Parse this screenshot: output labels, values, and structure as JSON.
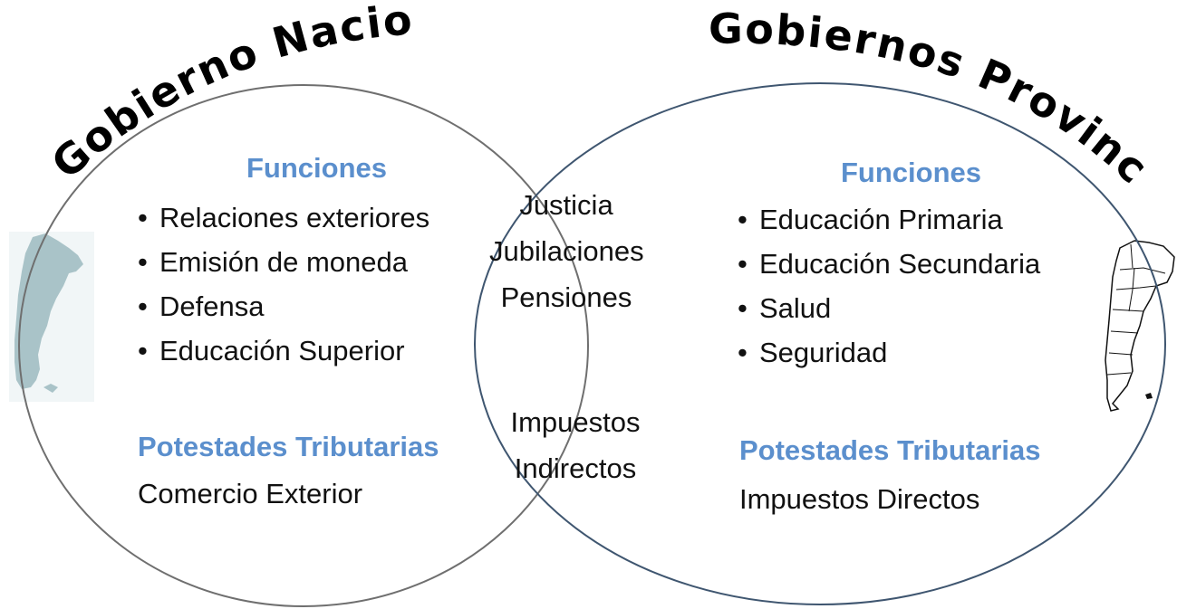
{
  "diagram": {
    "left": {
      "title": "Gobierno Nacional",
      "functions_heading": "Funciones",
      "functions": [
        "Relaciones exteriores",
        "Emisión de moneda",
        "Defensa",
        "Educación Superior"
      ],
      "tax_heading": "Potestades Tributarias",
      "tax_item": "Comercio Exterior"
    },
    "right": {
      "title": "Gobiernos Provinciales",
      "functions_heading": "Funciones",
      "functions": [
        "Educación Primaria",
        "Educación Secundaria",
        "Salud",
        "Seguridad"
      ],
      "tax_heading": "Potestades Tributarias",
      "tax_item": "Impuestos Directos"
    },
    "shared": {
      "functions": [
        "Justicia",
        "Jubilaciones",
        "Pensiones"
      ],
      "taxes": [
        "Impuestos",
        "Indirectos"
      ]
    },
    "colors": {
      "heading": "#5b8fcd",
      "text": "#111111",
      "left_circle_stroke": "#6f6f6f",
      "right_circle_stroke": "#3f5670",
      "map_fill": "#a9c3c8"
    },
    "icons": [
      "argentina-map-filled-icon",
      "argentina-provinces-map-icon"
    ]
  }
}
